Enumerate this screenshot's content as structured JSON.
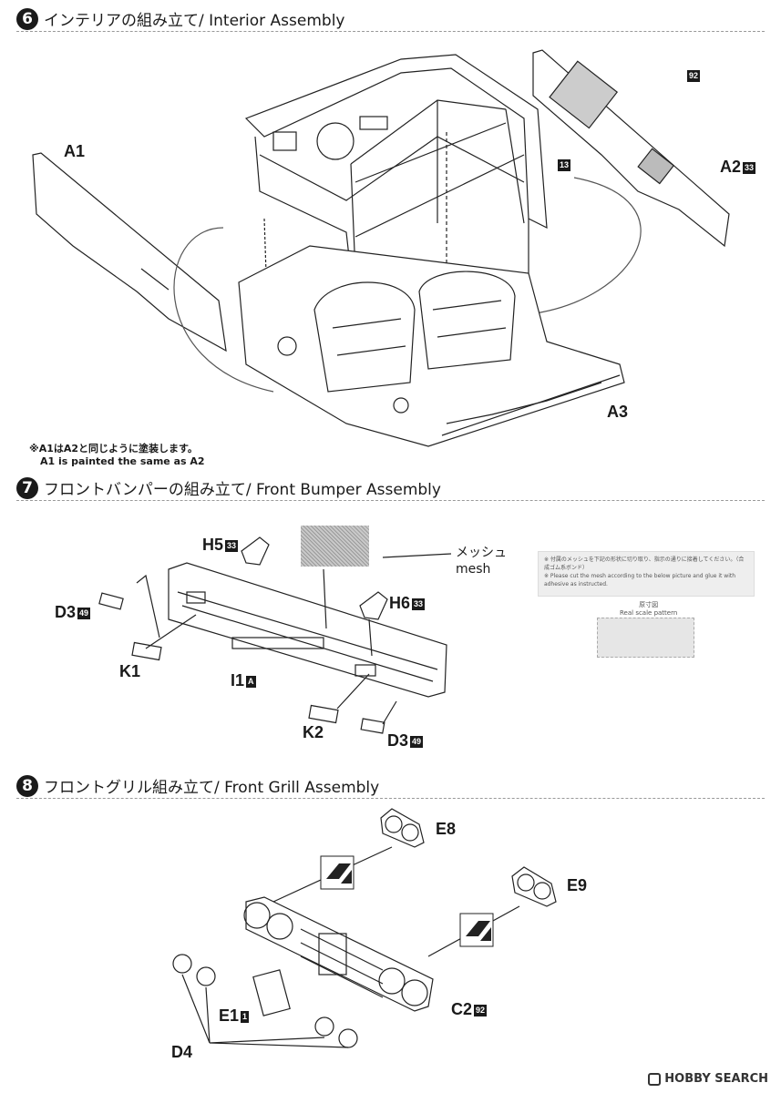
{
  "steps": [
    {
      "number": "6",
      "title": "インテリアの組み立て/ Interior Assembly"
    },
    {
      "number": "7",
      "title": "フロントバンパーの組み立て/ Front Bumper Assembly"
    },
    {
      "number": "8",
      "title": "フロントグリル組み立て/ Front Grill Assembly"
    }
  ],
  "interior": {
    "labels": {
      "a1": "A1",
      "a2": "A2",
      "a3": "A3",
      "a2_code": "33",
      "c92": "92",
      "c13": "13"
    },
    "note_jp": "※A1はA2と同じように塗装します。",
    "note_en": "A1 is painted the same as A2"
  },
  "bumper": {
    "labels": {
      "h5": "H5",
      "h5_code": "33",
      "h6": "H6",
      "h6_code": "33",
      "d3a": "D3",
      "d3a_code": "49",
      "k1": "K1",
      "i1": "I1",
      "i1_code": "A",
      "k2": "K2",
      "d3b": "D3",
      "d3b_code": "49"
    },
    "mesh_label_jp": "メッシュ",
    "mesh_label_en": "mesh",
    "instruction_jp": "※ 付属のメッシュを下記の形状に切り取り、指示の通りに接着してください。（合成ゴム系ボンド）",
    "instruction_en": "※ Please cut the mesh according to the below picture and glue it with adhesive as instructed.",
    "pattern_jp": "原寸図",
    "pattern_en": "Real scale pattern"
  },
  "grill": {
    "labels": {
      "e8": "E8",
      "e9": "E9",
      "e1": "E1",
      "e1_code": "1",
      "c2": "C2",
      "c2_code": "92",
      "d4": "D4"
    }
  },
  "watermark": "HOBBY SEARCH"
}
